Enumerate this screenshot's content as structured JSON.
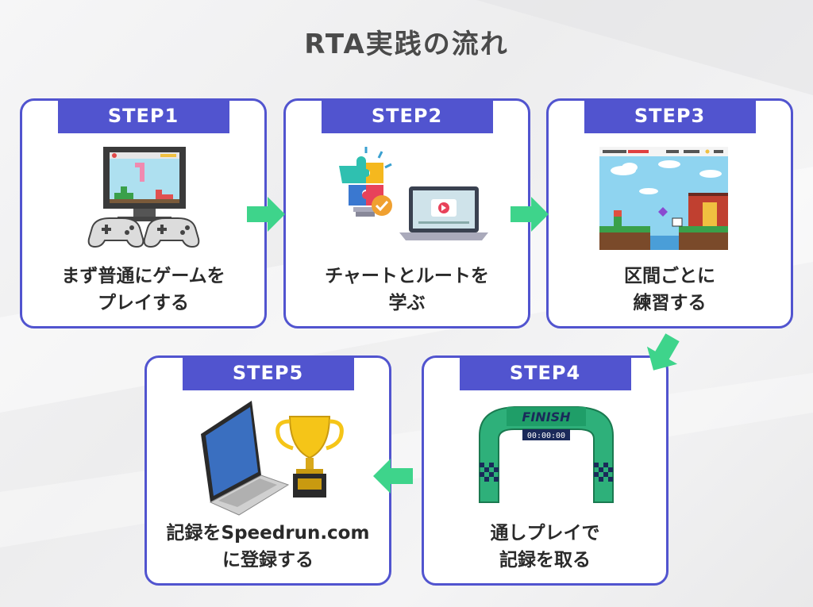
{
  "title": "RTA実践の流れ",
  "colors": {
    "accent": "#5154cf",
    "arrow": "#3ed48b",
    "text": "#2a2a2a"
  },
  "steps": [
    {
      "label": "STEP1",
      "lines": [
        "まず普通にゲームを",
        "プレイする"
      ],
      "icon": "game-monitor-controllers-icon"
    },
    {
      "label": "STEP2",
      "lines": [
        "チャートとルートを",
        "学ぶ"
      ],
      "icon": "puzzle-bulb-laptop-icon"
    },
    {
      "label": "STEP3",
      "lines": [
        "区間ごとに",
        "練習する"
      ],
      "icon": "platformer-game-icon"
    },
    {
      "label": "STEP4",
      "lines": [
        "通しプレイで",
        "記録を取る"
      ],
      "icon": "finish-arch-icon",
      "finish_text": "FINISH",
      "timer_text": "00:00:00"
    },
    {
      "label": "STEP5",
      "lines": [
        "記録をSpeedrun.com",
        "に登録する"
      ],
      "icon": "laptop-trophy-icon"
    }
  ]
}
